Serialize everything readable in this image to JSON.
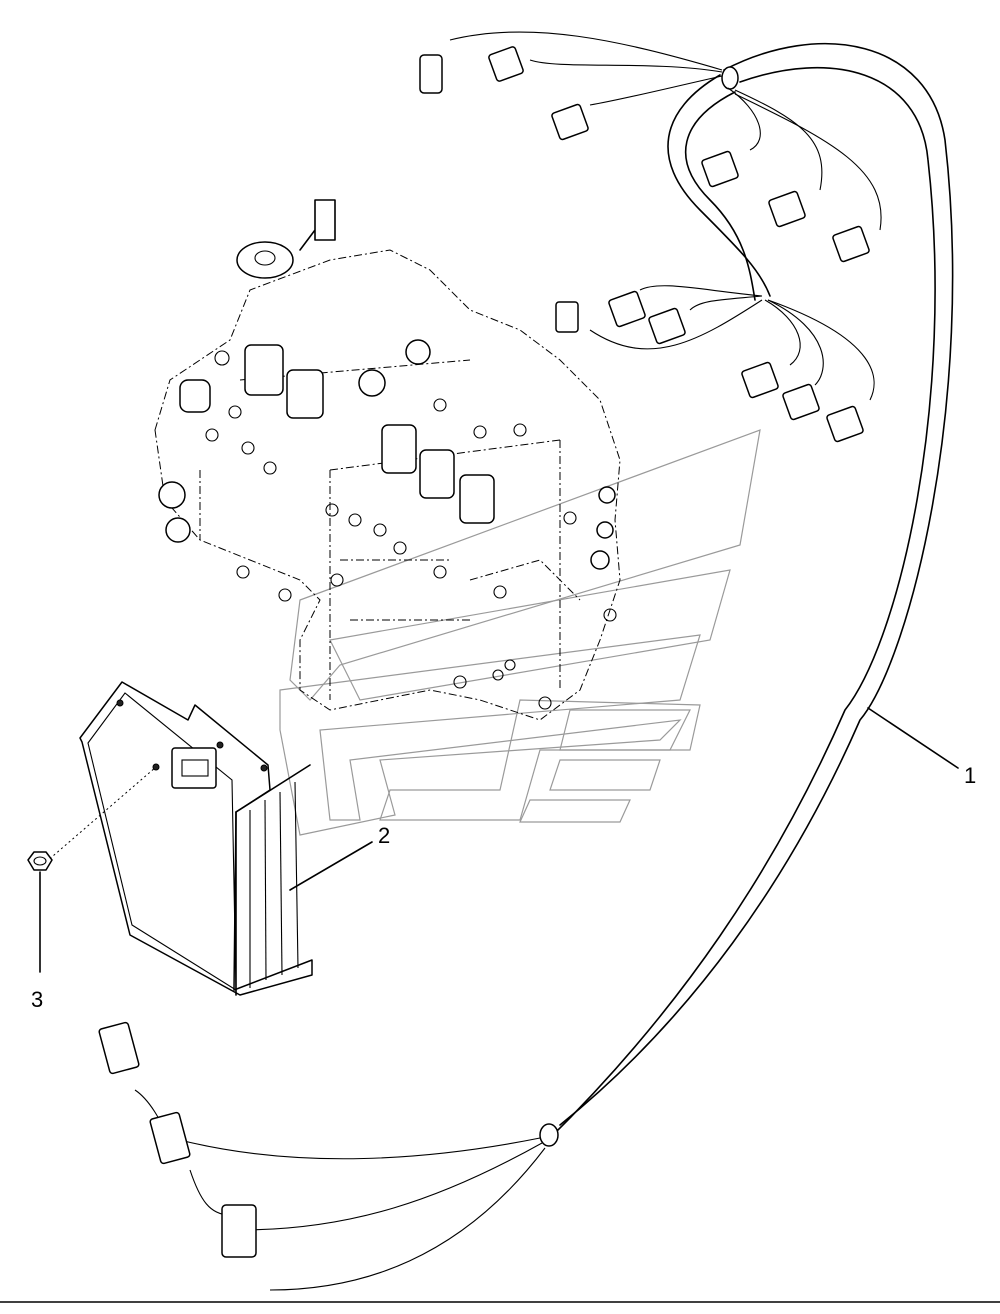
{
  "callouts": [
    {
      "id": "harness",
      "label": "1"
    },
    {
      "id": "control-unit",
      "label": "2"
    },
    {
      "id": "nut",
      "label": "3"
    }
  ]
}
